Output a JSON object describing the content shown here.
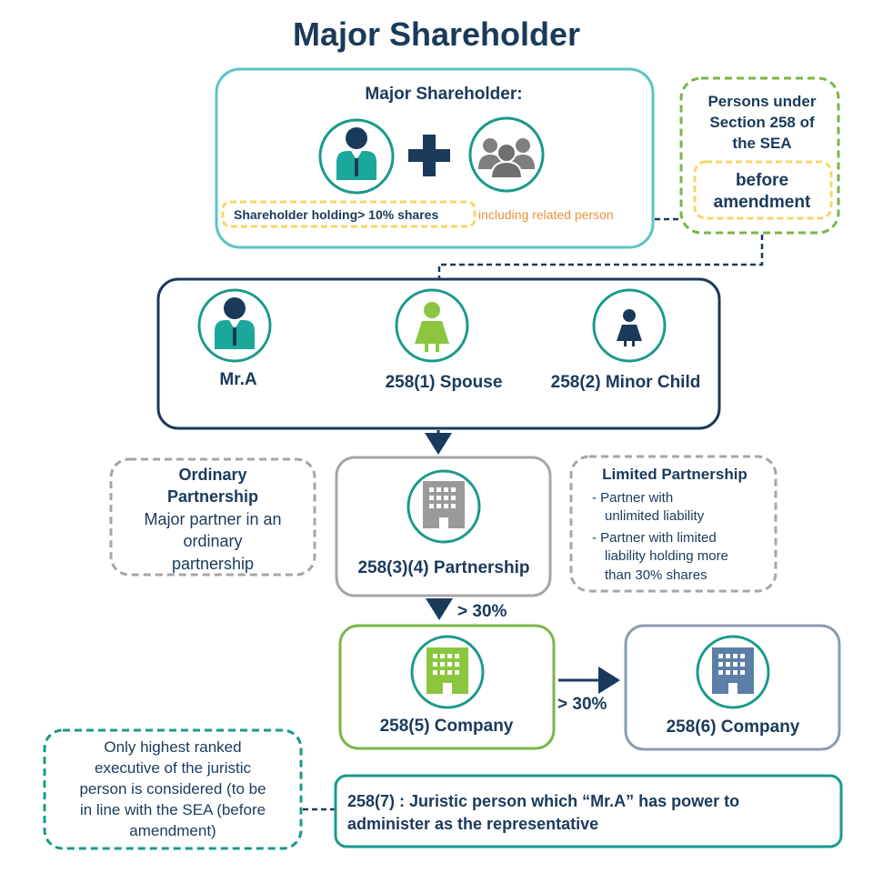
{
  "title": "Major Shareholder",
  "major_box": {
    "heading": "Major Shareholder:",
    "holding_label": "Shareholder holding> 10%  shares",
    "related_note": "including related person"
  },
  "section_box": {
    "line1": "Persons under",
    "line2": "Section 258 of",
    "line3": "the SEA",
    "inner_line1": "before",
    "inner_line2": "amendment"
  },
  "persons": {
    "mr_a": "Mr.A",
    "spouse": "258(1) Spouse",
    "minor_child": "258(2) Minor Child"
  },
  "ordinary_partnership": {
    "title1": "Ordinary",
    "title2": "Partnership",
    "body1": "Major partner in an",
    "body2": "ordinary",
    "body3": "partnership"
  },
  "partnership_label": "258(3)(4) Partnership",
  "limited_partnership": {
    "title": "Limited Partnership",
    "b1_line1": "- Partner with",
    "b1_line2": "unlimited liability",
    "b2_line1": "- Partner with limited",
    "b2_line2": "liability holding more",
    "b2_line3": "than 30% shares"
  },
  "threshold_1": "> 30%",
  "threshold_2": "> 30%",
  "company5_label": "258(5) Company",
  "company6_label": "258(6) Company",
  "executive_note": {
    "line1": "Only highest ranked",
    "line2": "executive of the juristic",
    "line3": "person is considered (to be",
    "line4": "in line with the SEA (before",
    "line5": "amendment)"
  },
  "juristic_box": {
    "line1": "258(7) : Juristic person which “Mr.A” has power to",
    "line2": "administer as the representative"
  },
  "colors": {
    "navy": "#1a3a5c",
    "teal": "#1a9a8a",
    "light_teal": "#5bc4c4",
    "green": "#7ab648",
    "bright_green": "#8cc63f",
    "yellow": "#f5d768",
    "orange": "#e8913a",
    "gray": "#a6a6a6",
    "slate": "#8a9bb0"
  }
}
